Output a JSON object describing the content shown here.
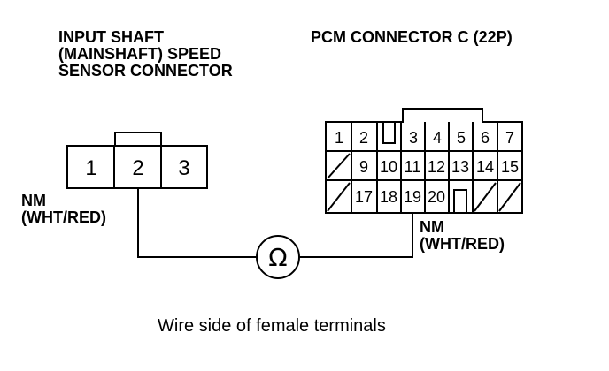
{
  "sensor_connector": {
    "title_lines": [
      "INPUT SHAFT",
      "(MAINSHAFT) SPEED",
      "SENSOR CONNECTOR"
    ],
    "terminals": [
      "1",
      "2",
      "3"
    ]
  },
  "pcm_connector": {
    "title": "PCM CONNECTOR C (22P)",
    "row1": [
      "1",
      "2",
      "",
      "3",
      "4",
      "5",
      "6",
      "7"
    ],
    "row2": [
      "",
      "9",
      "10",
      "11",
      "12",
      "13",
      "14",
      "15"
    ],
    "row3": [
      "",
      "17",
      "18",
      "19",
      "20",
      "",
      "",
      ""
    ]
  },
  "wire_labels": {
    "left_line1": "NM",
    "left_line2": "(WHT/RED)",
    "right_line1": "NM",
    "right_line2": "(WHT/RED)"
  },
  "meter_symbol": "Ω",
  "caption": "Wire side of female terminals"
}
